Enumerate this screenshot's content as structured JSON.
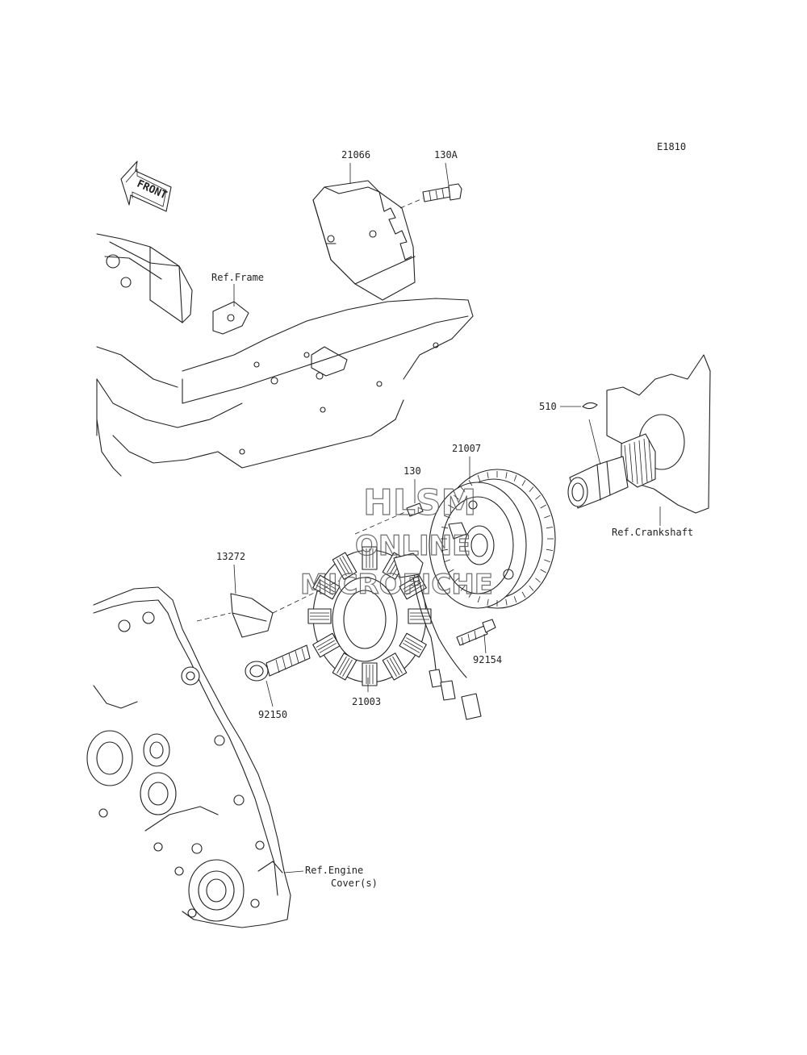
{
  "diagram_code": "E1810",
  "front_label": "FRONT",
  "watermark": {
    "line1": "HLSM",
    "line2": "ONLINE",
    "line3": "MICROFICHE"
  },
  "callouts": {
    "regulator": "21066",
    "regulator_bolt": "130A",
    "ref_frame": "Ref.Frame",
    "key": "510",
    "flywheel": "21007",
    "ref_crankshaft": "Ref.Crankshaft",
    "stator_bolt_small": "130",
    "plate": "13272",
    "flywheel_bolt": "92154",
    "stator": "21003",
    "stator_bolt": "92150",
    "ref_engine_cover_line1": "Ref.Engine",
    "ref_engine_cover_line2": "Cover(s)"
  }
}
